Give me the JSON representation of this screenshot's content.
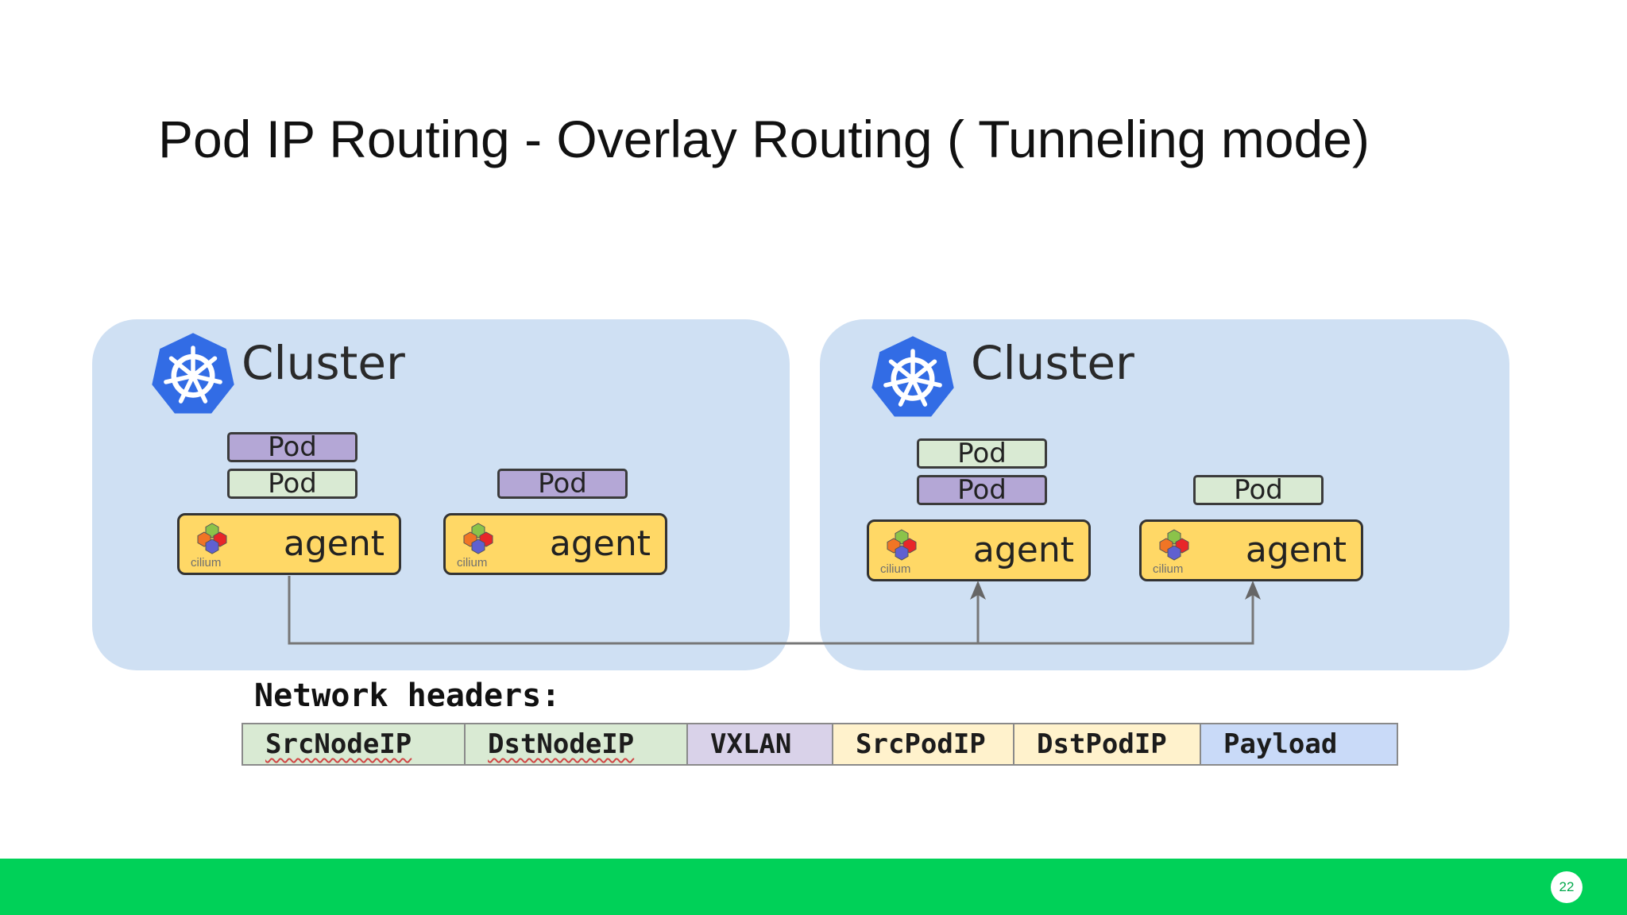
{
  "slide": {
    "title": "Pod IP Routing - Overlay Routing ( Tunneling mode)",
    "page_number": "22"
  },
  "clusters": [
    {
      "title": "Cluster",
      "nodes": [
        {
          "pods": [
            {
              "label": "Pod",
              "color": "#b4a7d6"
            },
            {
              "label": "Pod",
              "color": "#d9ead3"
            }
          ],
          "agent_label": "agent",
          "cilium_label": "cilium"
        },
        {
          "pods": [
            {
              "label": "Pod",
              "color": "#b4a7d6"
            }
          ],
          "agent_label": "agent",
          "cilium_label": "cilium"
        }
      ]
    },
    {
      "title": "Cluster",
      "nodes": [
        {
          "pods": [
            {
              "label": "Pod",
              "color": "#d9ead3"
            },
            {
              "label": "Pod",
              "color": "#b4a7d6"
            }
          ],
          "agent_label": "agent",
          "cilium_label": "cilium"
        },
        {
          "pods": [
            {
              "label": "Pod",
              "color": "#d9ead3"
            }
          ],
          "agent_label": "agent",
          "cilium_label": "cilium"
        }
      ]
    }
  ],
  "network_headers": {
    "label": "Network headers:",
    "fields": [
      {
        "name": "SrcNodeIP",
        "color": "#d9ead3"
      },
      {
        "name": "DstNodeIP",
        "color": "#d9ead3"
      },
      {
        "name": "VXLAN",
        "color": "#d9d2e9"
      },
      {
        "name": "SrcPodIP",
        "color": "#fff2cc"
      },
      {
        "name": "DstPodIP",
        "color": "#fff2cc"
      },
      {
        "name": "Payload",
        "color": "#c9daf8"
      }
    ]
  },
  "colors": {
    "cluster_background": "#cfe0f3",
    "kubernetes_blue": "#326ce5",
    "agent_yellow": "#ffd866",
    "footer_green": "#00d158"
  },
  "icons": {
    "kubernetes": "kubernetes-helm-icon",
    "cilium": "cilium-hexagon-icon",
    "arrow": "arrow-up-icon"
  }
}
